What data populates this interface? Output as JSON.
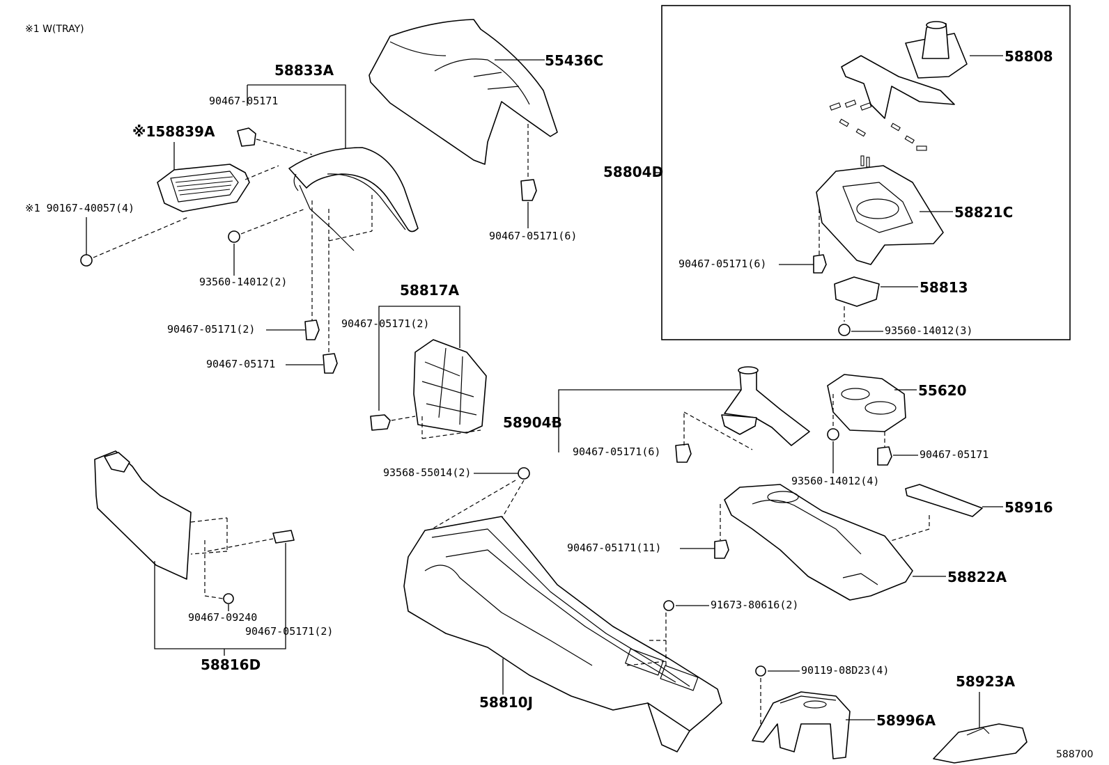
{
  "note": "※1 W(TRAY)",
  "diagram_code": "588700",
  "labels": {
    "p58833A": "58833A",
    "p90467_05171_a": "90467-05171",
    "p58839A": "※158839A",
    "p90167_40057": "※1 90167-40057(4)",
    "p93560_14012_2": "93560-14012(2)",
    "p90467_05171_2a": "90467-05171(2)",
    "p90467_05171_b": "90467-05171",
    "p55436C": "55436C",
    "p90467_05171_6a": "90467-05171(6)",
    "p58817A": "58817A",
    "p90467_05171_2b": "90467-05171(2)",
    "p58808": "58808",
    "p58804D": "58804D",
    "p58821C": "58821C",
    "p90467_05171_6b": "90467-05171(6)",
    "p58813": "58813",
    "p93560_14012_3": "93560-14012(3)",
    "p58904B": "58904B",
    "p90467_05171_6c": "90467-05171(6)",
    "p55620": "55620",
    "p90467_05171_c": "90467-05171",
    "p93560_14012_4": "93560-14012(4)",
    "p58916": "58916",
    "p93568_55014": "93568-55014(2)",
    "p90467_05171_11": "90467-05171(11)",
    "p58822A": "58822A",
    "p91673_80616": "91673-80616(2)",
    "p90467_09240": "90467-09240",
    "p90467_05171_2c": "90467-05171(2)",
    "p58816D": "58816D",
    "p90119_08D23": "90119-08D23(4)",
    "p58923A": "58923A",
    "p58996A": "58996A",
    "p58810J": "58810J"
  }
}
